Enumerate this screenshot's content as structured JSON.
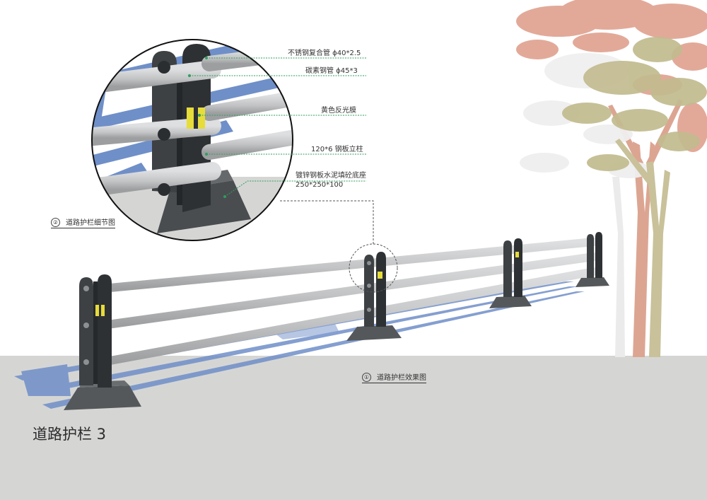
{
  "title": "道路护栏 3",
  "detail_caption": {
    "number": "②",
    "text": "道路护栏细节图"
  },
  "effect_caption": {
    "number": "①",
    "text": "道路护栏效果图"
  },
  "callouts": [
    {
      "label": "不锈钢复合管 ϕ40*2.5"
    },
    {
      "label": "碳素钢管 ϕ45*3"
    },
    {
      "label": "黄色反光膜"
    },
    {
      "label": "120*6 钢板立柱"
    },
    {
      "label": "镀锌钢板水泥填砼底座",
      "sub": "250*250*100"
    }
  ],
  "colors": {
    "ground": "#d5d6d4",
    "post": "#3e4144",
    "post_dark": "#2e3134",
    "pipe": "#c7c8c9",
    "reflector": "#e6dc3a",
    "shadow": "#6f8fc8",
    "leader": "#2e9e5e",
    "tree_pink": "#dc9a8a",
    "tree_olive": "#c4bd93"
  }
}
